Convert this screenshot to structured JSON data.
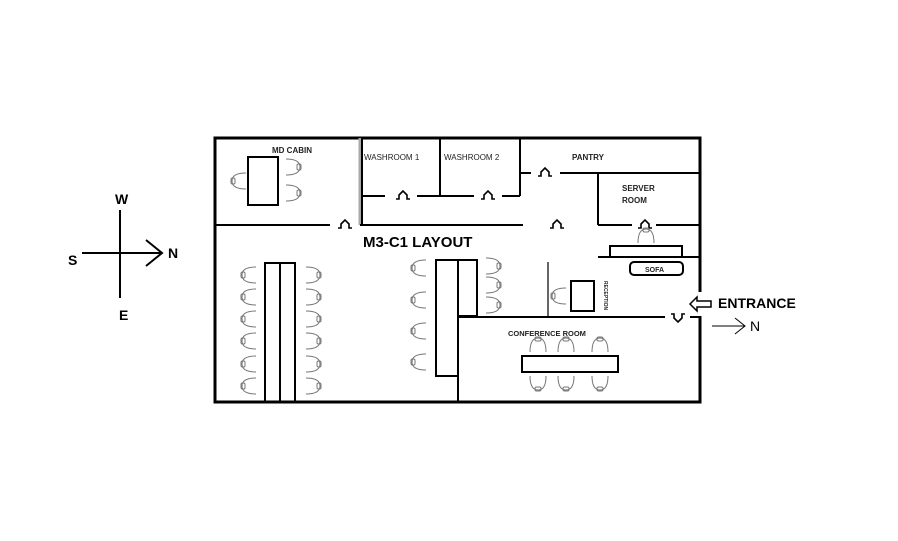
{
  "title": "M3-C1 LAYOUT",
  "rooms": {
    "md_cabin": "MD CABIN",
    "washroom1": "WASHROOM 1",
    "washroom2": "WASHROOM 2",
    "pantry": "PANTRY",
    "server_room_line1": "SERVER",
    "server_room_line2": "ROOM",
    "sofa": "SOFA",
    "reception": "RECEPTION",
    "conference_room": "CONFERENCE ROOM"
  },
  "entrance": {
    "label": "ENTRANCE",
    "direction": "N"
  },
  "compass": {
    "north": "N",
    "south": "S",
    "west": "W",
    "east": "E"
  }
}
